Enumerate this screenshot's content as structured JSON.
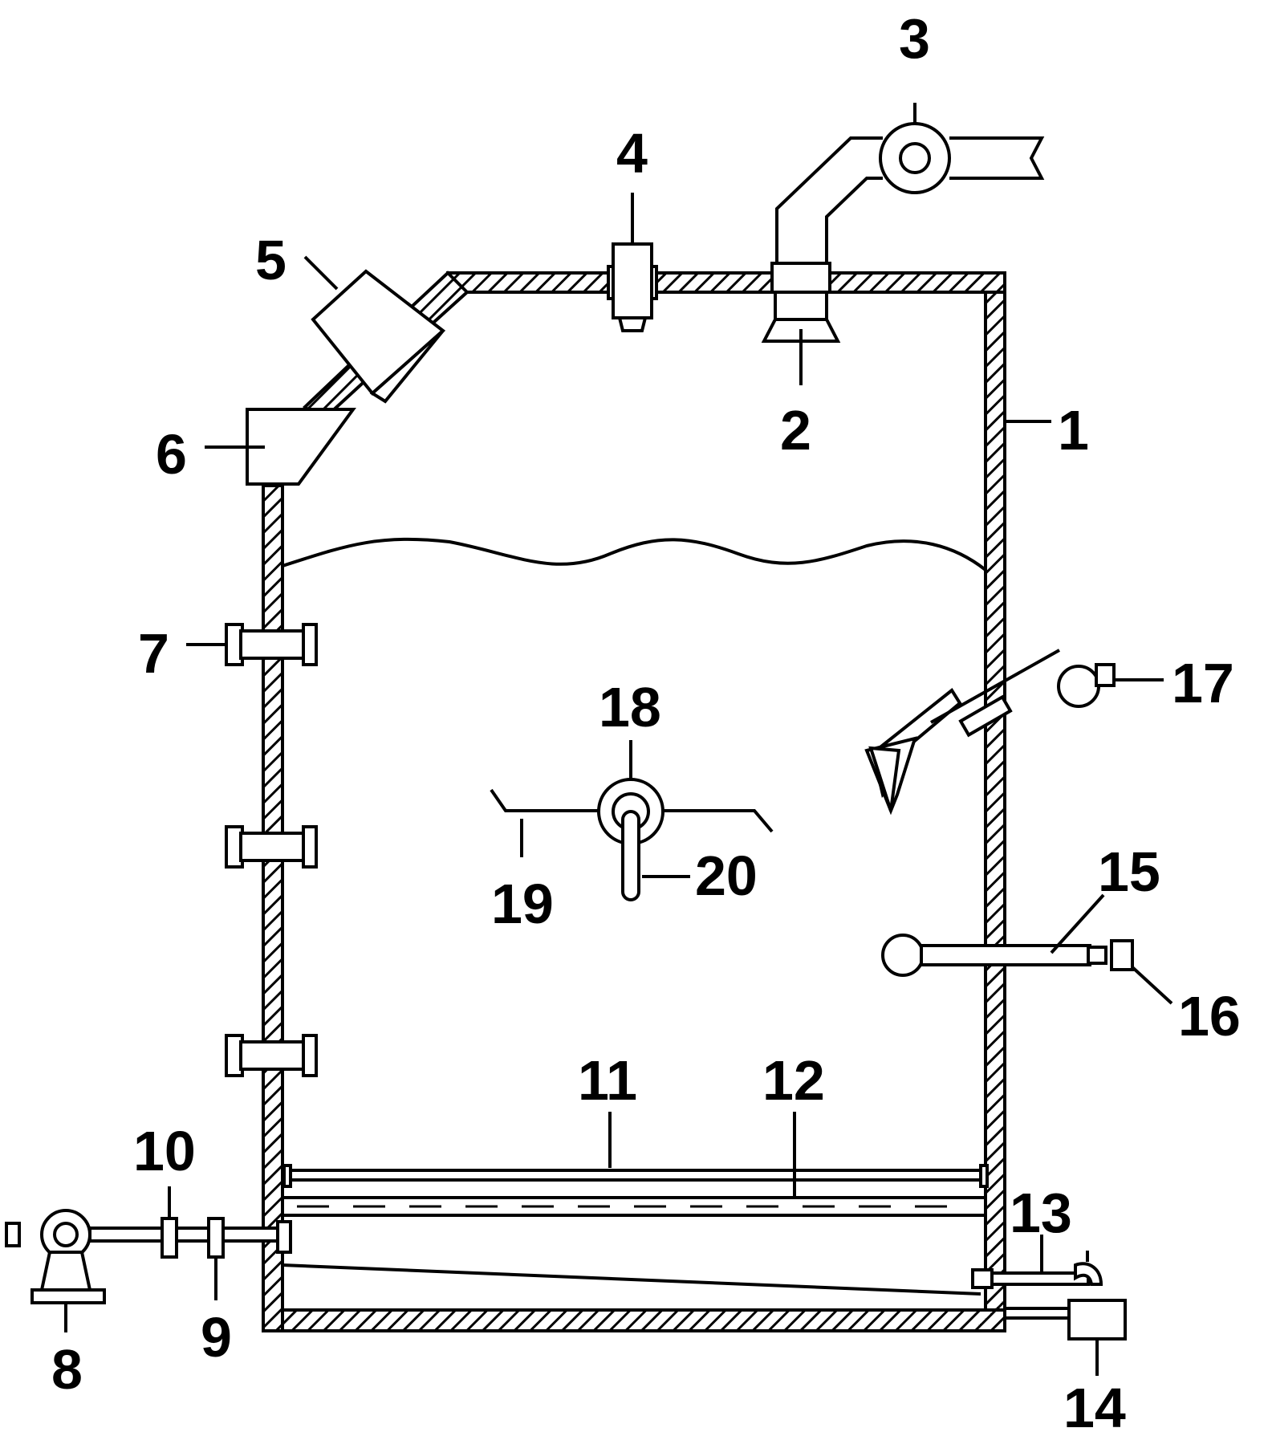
{
  "labels": {
    "l1": "1",
    "l2": "2",
    "l3": "3",
    "l4": "4",
    "l5": "5",
    "l6": "6",
    "l7": "7",
    "l8": "8",
    "l9": "9",
    "l10": "10",
    "l11": "11",
    "l12": "12",
    "l13": "13",
    "l14": "14",
    "l15": "15",
    "l16": "16",
    "l17": "17",
    "l18": "18",
    "l19": "19",
    "l20": "20"
  },
  "colors": {
    "stroke": "#000000",
    "background": "#ffffff"
  }
}
